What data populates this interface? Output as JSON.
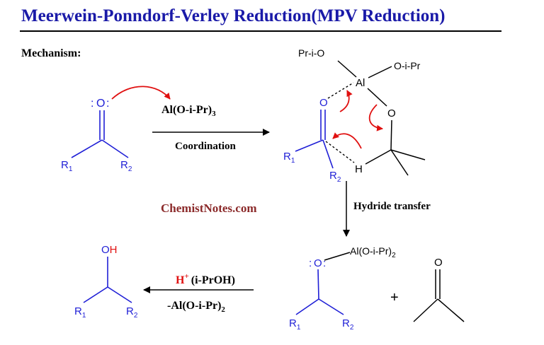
{
  "title": "Meerwein-Ponndorf-Verley Reduction(MPV Reduction)",
  "mechanism_label": "Mechanism:",
  "watermark": "ChemistNotes.com",
  "colors": {
    "title": "#1a1aa8",
    "blue": "#1f1fd6",
    "red": "#e01010",
    "black": "#000000",
    "watermark": "#8b2a2a"
  },
  "step1": {
    "oxygen": "O",
    "r1": "R",
    "r1_sub": "1",
    "r2": "R",
    "r2_sub": "2",
    "reagent": "Al(O-i-Pr)",
    "reagent_sub": "3",
    "arrow_label": "Coordination"
  },
  "complex": {
    "pr_o": "Pr-i-O",
    "al": "Al",
    "o_ipr": "O-i-Pr",
    "o_carbonyl": "O",
    "o_alkoxide": "O",
    "h": "H",
    "r1": "R",
    "r1_sub": "1",
    "r2": "R",
    "r2_sub": "2"
  },
  "step2": {
    "arrow_label": "Hydride transfer"
  },
  "products": {
    "o": "O",
    "al_label": "Al(O-i-Pr)",
    "al_sub": "2",
    "r1": "R",
    "r1_sub": "1",
    "r2": "R",
    "r2_sub": "2",
    "plus": "+",
    "acetone_o": "O"
  },
  "step3": {
    "reagent_h": "H",
    "reagent_sup": "+",
    "reagent_rest": "(i-PrOH)",
    "byproduct": "-Al(O-i-Pr)",
    "byproduct_sub": "2"
  },
  "alcohol": {
    "o": "O",
    "h": "H",
    "r1": "R",
    "r1_sub": "1",
    "r2": "R",
    "r2_sub": "2"
  }
}
